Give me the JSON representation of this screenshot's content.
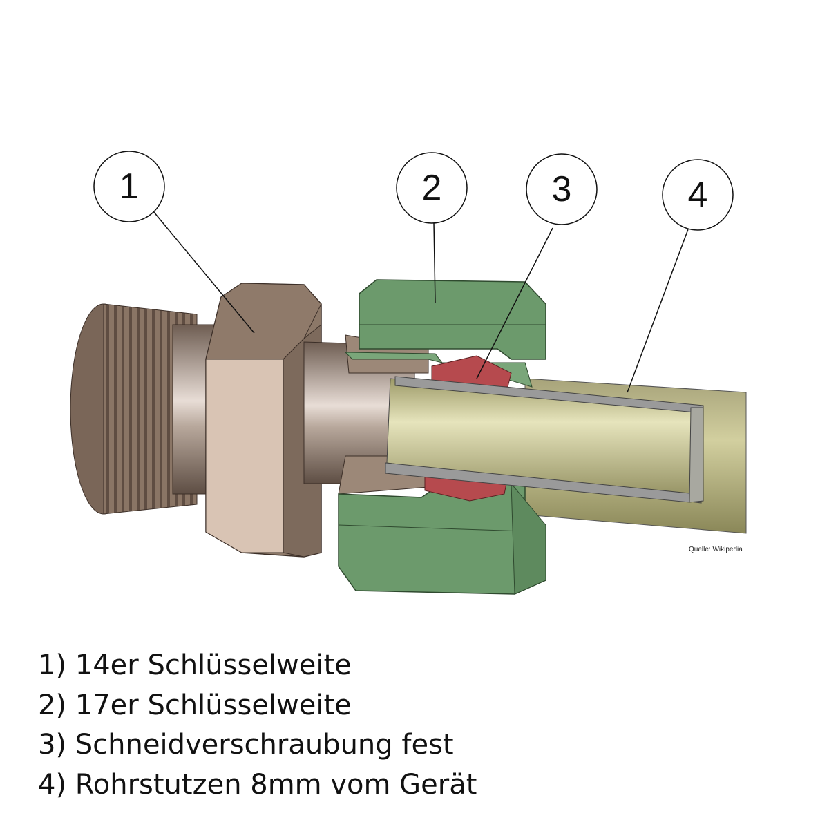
{
  "callouts": [
    {
      "number": "1"
    },
    {
      "number": "2"
    },
    {
      "number": "3"
    },
    {
      "number": "4"
    }
  ],
  "source_credit": "Quelle: Wikipedia",
  "legend": [
    "1) 14er Schlüsselweite",
    "2) 17er Schlüsselweite",
    "3) Schneidverschraubung fest",
    "4) Rohrstutzen 8mm vom Gerät"
  ],
  "colors": {
    "brass": "#8a7868",
    "hex_light": "#d8c3b4",
    "union_nut": "#6c9a6c",
    "tube": "#c9c890",
    "ferrule": "#b64a4e"
  }
}
